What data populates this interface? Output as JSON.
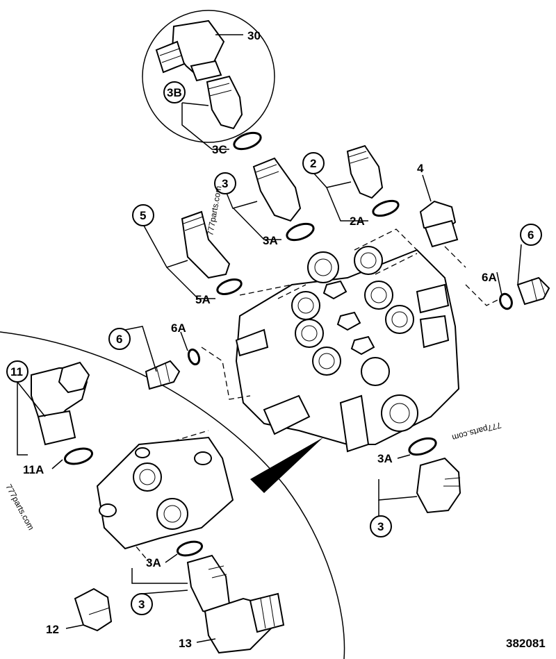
{
  "diagram": {
    "callouts": {
      "c30": "30",
      "c3B": "3B",
      "c3C": "3C",
      "c3_top": "3",
      "c3A_top": "3A",
      "c2": "2",
      "c2A": "2A",
      "c4": "4",
      "c5": "5",
      "c5A": "5A",
      "c6_right": "6",
      "c6A_right": "6A",
      "c6_left": "6",
      "c6A_left": "6A",
      "c11": "11",
      "c11A": "11A",
      "c3A_bottom_right": "3A",
      "c3_bottom_right": "3",
      "c3A_bottom_left": "3A",
      "c3_bottom_left": "3",
      "c12": "12",
      "c13": "13"
    },
    "reference_number": "382081",
    "watermarks": [
      "777parts.com",
      "777parts.com",
      "777parts.com"
    ]
  }
}
